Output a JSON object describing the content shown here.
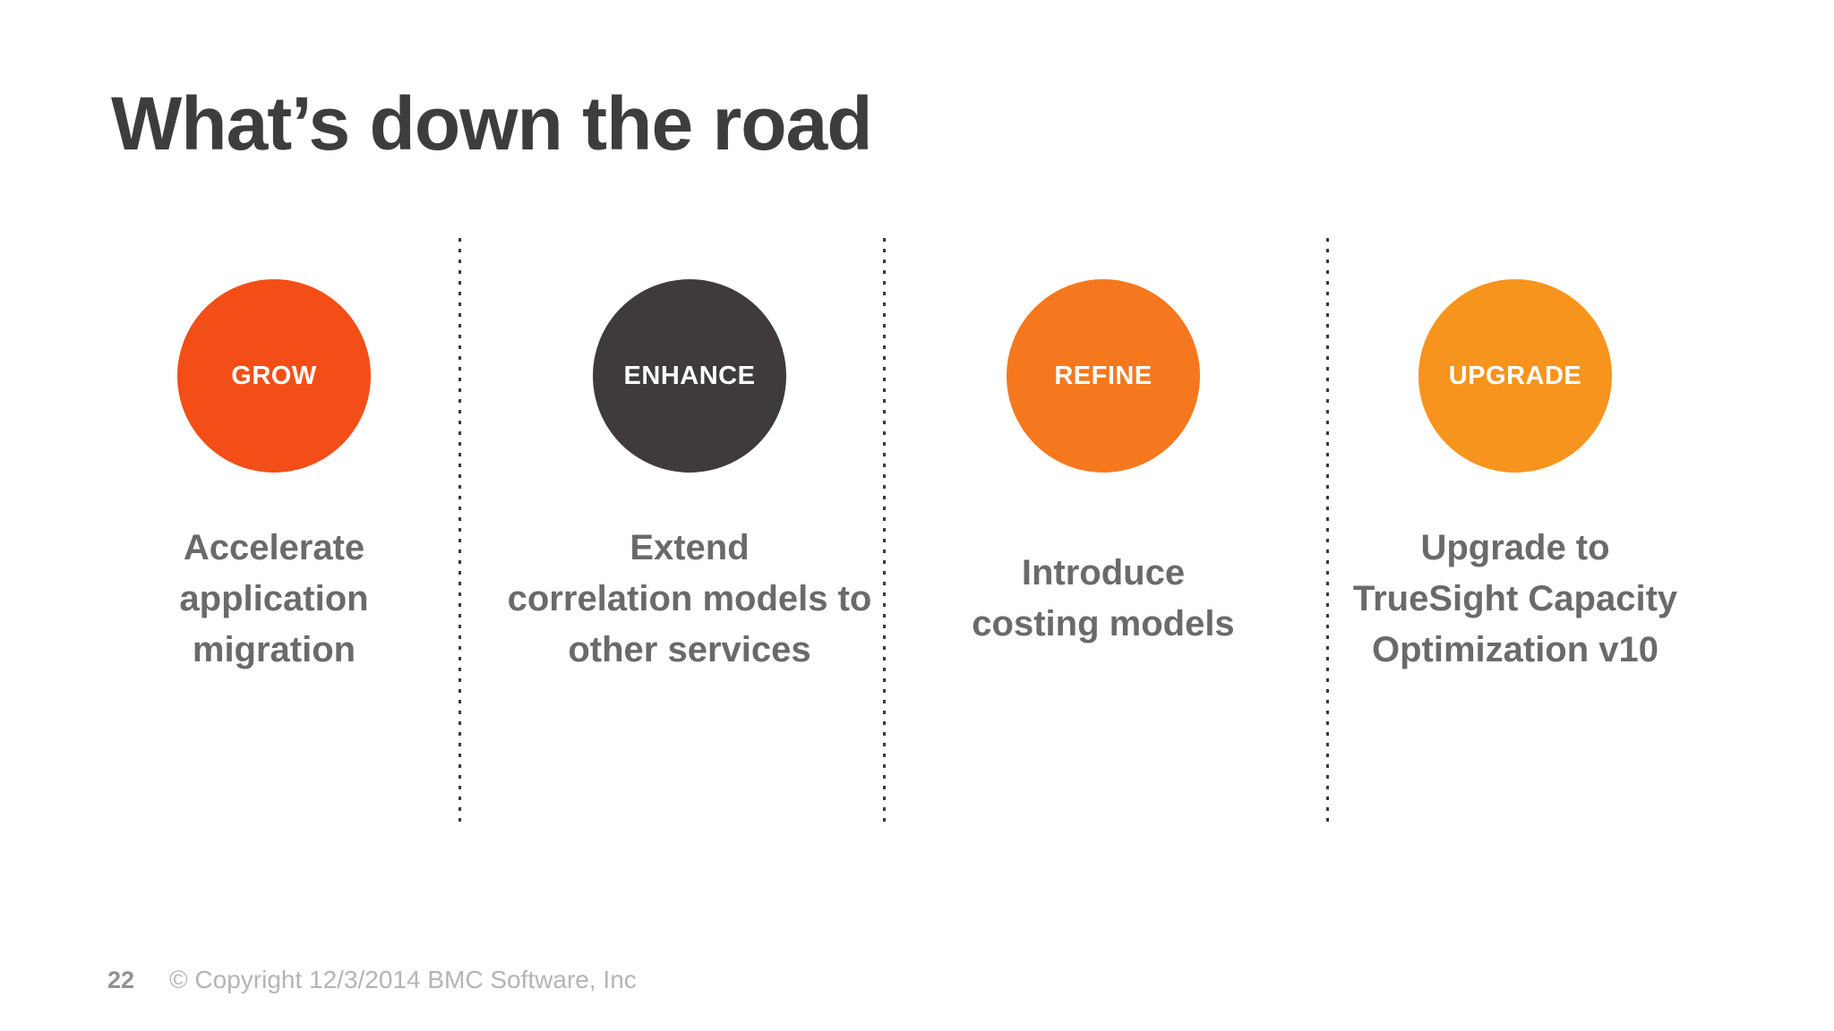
{
  "slide": {
    "title": "What’s down the road",
    "background_color": "#ffffff"
  },
  "columns": [
    {
      "badge": "GROW",
      "circle_color": "#f34e17",
      "badge_text_color": "#ffffff",
      "description": "Accelerate\napplication\nmigration"
    },
    {
      "badge": "ENHANCE",
      "circle_color": "#3f3b3b",
      "badge_text_color": "#ffffff",
      "description": "Extend\ncorrelation models to\nother services"
    },
    {
      "badge": "REFINE",
      "circle_color": "#f5781e",
      "badge_text_color": "#ffffff",
      "description": "Introduce\ncosting models"
    },
    {
      "badge": "UPGRADE",
      "circle_color": "#f7941d",
      "badge_text_color": "#ffffff",
      "description": "Upgrade to\nTrueSight Capacity\nOptimization v10"
    }
  ],
  "footer": {
    "page_number": "22",
    "copyright": "© Copyright 12/3/2014 BMC Software, Inc"
  },
  "colors": {
    "title_text": "#3d3d3d",
    "description_text": "#6a6a6a",
    "separator_dots": "#3a3a3a",
    "page_number_text": "#929292",
    "copyright_text": "#b4b4b4"
  }
}
